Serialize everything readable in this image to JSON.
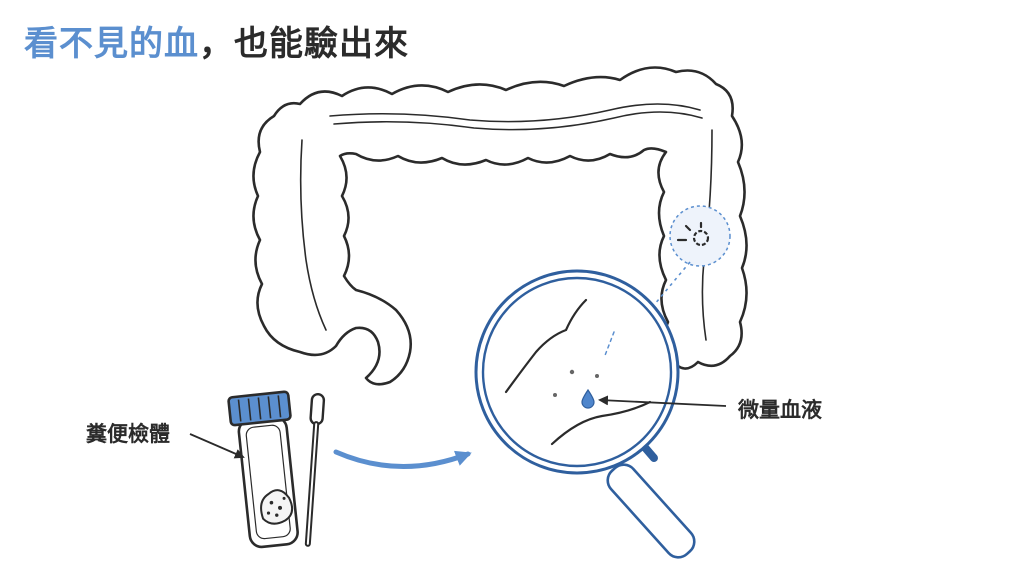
{
  "title": {
    "highlight": "看不見的血",
    "rest": "，也能驗出來"
  },
  "labels": {
    "stool_sample": "糞便檢體",
    "trace_blood": "微量血液"
  },
  "colors": {
    "accent_blue": "#5b8fcf",
    "lens_blue": "#2f5f9e",
    "ink": "#2b2b2b"
  },
  "icons": [
    "colon-illustration",
    "sample-tube-icon",
    "swab-icon",
    "magnifier-icon",
    "blood-drop-icon"
  ]
}
